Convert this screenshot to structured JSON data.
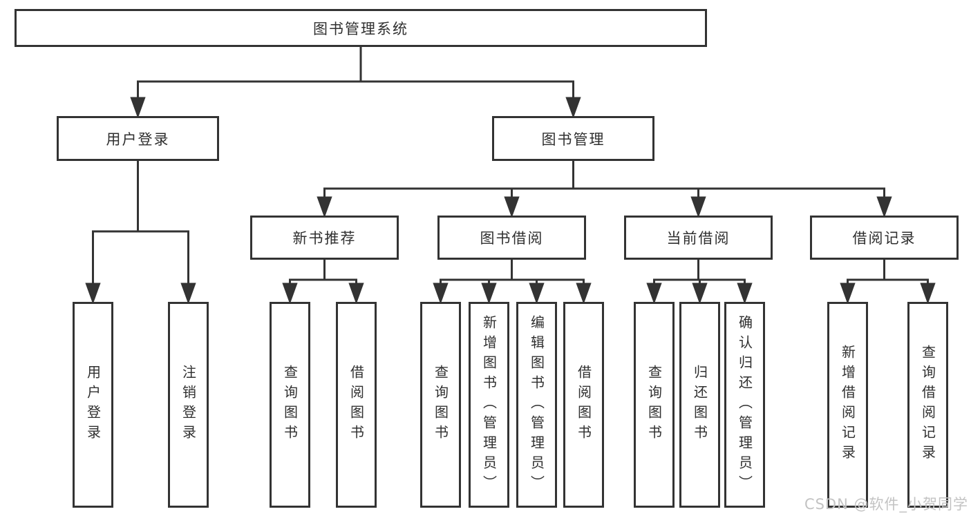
{
  "diagram": {
    "root_label": "图书管理系统",
    "watermark": "CSDN @软件_小贺同学",
    "colors": {
      "line": "#333333",
      "box_border": "#333333",
      "text": "#2f2f2f",
      "background": "#ffffff",
      "watermark": "#c3c3c3"
    },
    "user_branch": {
      "label": "用户登录",
      "children": [
        {
          "label": "用户登录"
        },
        {
          "label": "注销登录"
        }
      ]
    },
    "mgmt_branch": {
      "label": "图书管理",
      "sections": [
        {
          "label": "新书推荐",
          "children": [
            {
              "label": "查询图书"
            },
            {
              "label": "借阅图书"
            }
          ]
        },
        {
          "label": "图书借阅",
          "children": [
            {
              "label": "查询图书"
            },
            {
              "label": "新增图书（管理员）"
            },
            {
              "label": "编辑图书（管理员）"
            },
            {
              "label": "借阅图书"
            }
          ]
        },
        {
          "label": "当前借阅",
          "children": [
            {
              "label": "查询图书"
            },
            {
              "label": "归还图书"
            },
            {
              "label": "确认归还（管理员）"
            }
          ]
        },
        {
          "label": "借阅记录",
          "children": [
            {
              "label": "新增借阅记录"
            },
            {
              "label": "查询借阅记录"
            }
          ]
        }
      ]
    }
  }
}
